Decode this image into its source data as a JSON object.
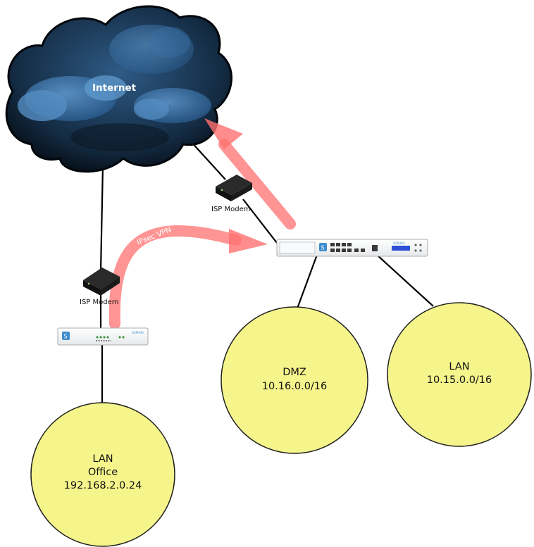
{
  "nodes": {
    "internet": {
      "label": "Internet"
    },
    "isp_modem_right": {
      "label": "ISP Modem"
    },
    "isp_modem_left": {
      "label": "ISP Modem"
    },
    "firewall_main": {
      "brand_text": "SOPHOS"
    },
    "firewall_branch": {
      "brand_text": "SOPHOS"
    },
    "dmz": {
      "label": "DMZ",
      "subnet": "10.16.0.0/16"
    },
    "lan_main": {
      "label": "LAN",
      "subnet": "10.15.0.0/16"
    },
    "lan_office": {
      "label": "LAN",
      "sublabel": "Office",
      "subnet": "192.168.2.0.24"
    }
  },
  "edges": {
    "vpn": {
      "label": "IPsec VPN"
    }
  },
  "colors": {
    "zone_fill": "#f5f58c",
    "zone_stroke": "#222222",
    "arrow": "#ff7070",
    "cloud_dark": "#0b1a28",
    "cloud_light": "#4d88c4",
    "link": "#000000"
  }
}
